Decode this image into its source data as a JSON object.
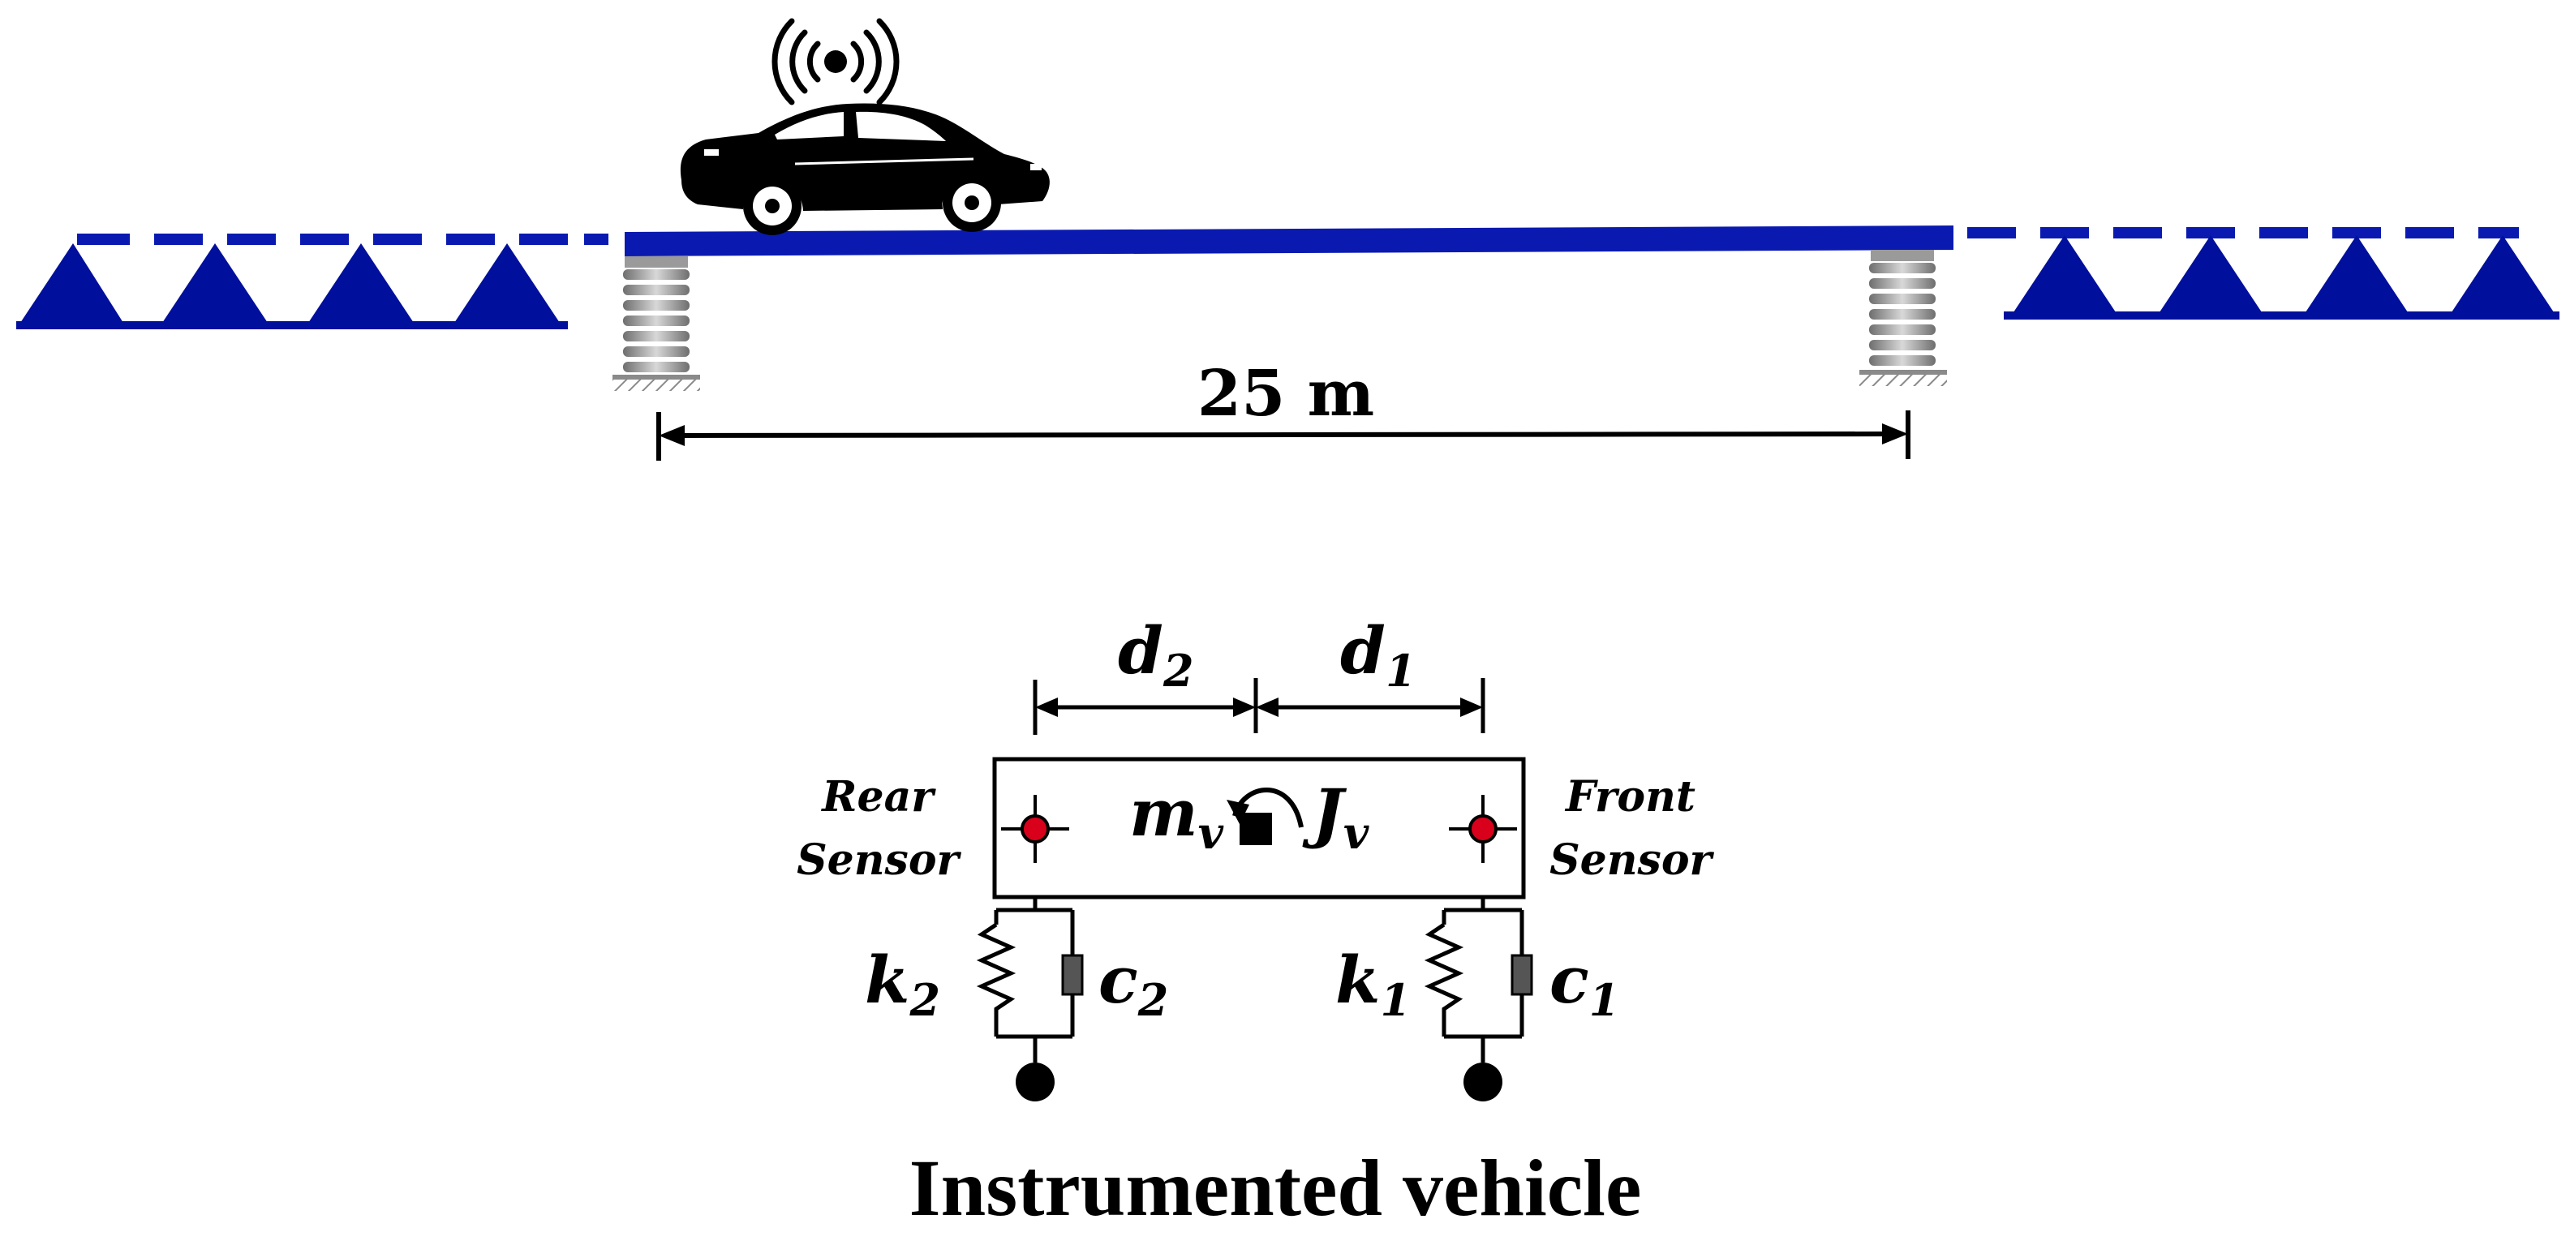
{
  "bridge": {
    "span_label": "25 m",
    "deck_color": "#0a1ab0",
    "support_color": "#000f9c"
  },
  "vehicle_model": {
    "labels": {
      "d2": "d",
      "d2_sub": "2",
      "d1": "d",
      "d1_sub": "1",
      "mass": "m",
      "mass_sub": "v",
      "inertia": "J",
      "inertia_sub": "v",
      "k2": "k",
      "k2_sub": "2",
      "c2": "c",
      "c2_sub": "2",
      "k1": "k",
      "k1_sub": "1",
      "c1": "c",
      "c1_sub": "1"
    },
    "rear_sensor": [
      "Rear",
      "Sensor"
    ],
    "front_sensor": [
      "Front",
      "Sensor"
    ],
    "sensor_color": "#d9001b"
  },
  "caption": "Instrumented vehicle"
}
